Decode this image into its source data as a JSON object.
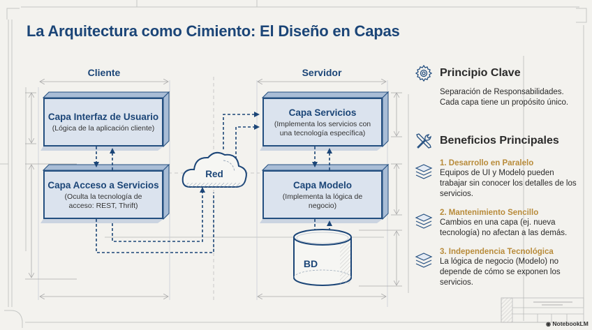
{
  "title": "La Arquitectura como Cimiento: El Diseño en Capas",
  "colors": {
    "primary": "#1b4577",
    "box_fill": "#dbe3ee",
    "box_side": "#a9bdd6",
    "accent_gold": "#b88b3a",
    "background": "#f3f2ee",
    "guide_lines": "#c4c6c4"
  },
  "diagram": {
    "client": {
      "label": "Cliente",
      "layers": [
        {
          "title": "Capa Interfaz de Usuario",
          "subtitle": "(Lógica de la aplicación cliente)"
        },
        {
          "title": "Capa Acceso a Servicios",
          "subtitle": "(Oculta la tecnología de acceso: REST, Thrift)"
        }
      ]
    },
    "network": {
      "label": "Red",
      "icon": "cloud-icon"
    },
    "server": {
      "label": "Servidor",
      "layers": [
        {
          "title": "Capa Servicios",
          "subtitle": "(Implementa los servicios con una tecnología específica)"
        },
        {
          "title": "Capa Modelo",
          "subtitle": "(Implementa la lógica de negocio)"
        }
      ],
      "database": {
        "label": "BD",
        "icon": "database-icon"
      }
    }
  },
  "sidebar": {
    "principle": {
      "icon": "gear-icon",
      "title": "Principio Clave",
      "text": "Separación de Responsabilidades. Cada capa tiene un propósito único."
    },
    "benefits": {
      "icon": "tools-icon",
      "title": "Beneficios Principales",
      "items": [
        {
          "icon": "layers-icon",
          "title": "1. Desarrollo en Paralelo",
          "text": "Equipos de UI y Modelo pueden trabajar sin conocer los detalles de los servicios."
        },
        {
          "icon": "layers-icon",
          "title": "2. Mantenimiento Sencillo",
          "text": "Cambios en una capa (ej. nueva tecnología) no afectan a las demás."
        },
        {
          "icon": "layers-icon",
          "title": "3. Independencia Tecnológica",
          "text": "La lógica de negocio (Modelo) no depende de cómo se exponen los servicios."
        }
      ]
    }
  },
  "brand": "NotebookLM"
}
